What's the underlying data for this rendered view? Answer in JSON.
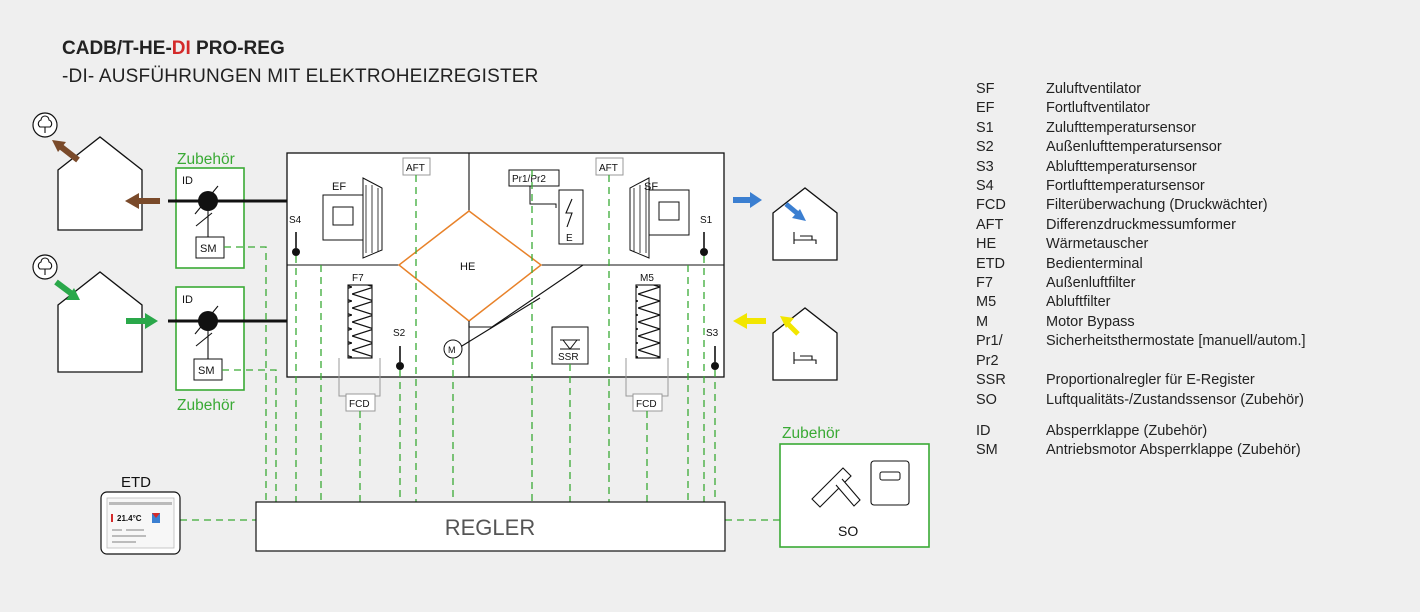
{
  "header": {
    "title_prefix": "CADB/T-HE-",
    "title_highlight": "DI",
    "title_suffix": " PRO-REG",
    "subtitle": "-DI- AUSFÜHRUNGEN MIT ELEKTROHEIZREGISTER"
  },
  "colors": {
    "background": "#efefef",
    "line": "#111111",
    "accessory_green": "#3aaa35",
    "heat_exchanger": "#e8822a",
    "arrow_exhaust": "#7a4a2a",
    "arrow_outdoor": "#2aa84a",
    "arrow_supply": "#3b7fd1",
    "arrow_extract": "#f2e600",
    "title_red": "#d42a2a"
  },
  "diagram": {
    "accessory_top": "Zubehör",
    "accessory_bottom": "Zubehör",
    "accessory_so": "Zubehör",
    "id_top": "ID",
    "id_bottom": "ID",
    "sm_top": "SM",
    "sm_bottom": "SM",
    "ef": "EF",
    "sf": "SF",
    "aft_left": "AFT",
    "aft_right": "AFT",
    "pr": "Pr1/Pr2",
    "e": "E",
    "he": "HE",
    "s4": "S4",
    "s1": "S1",
    "s2": "S2",
    "s3": "S3",
    "f7": "F7",
    "m5": "M5",
    "m": "M",
    "ssr": "SSR",
    "fcd_left": "FCD",
    "fcd_right": "FCD",
    "etd": "ETD",
    "etd_temp": "21.4°C",
    "regler": "REGLER",
    "so": "SO"
  },
  "legend": [
    {
      "code": "SF",
      "desc": "Zuluftventilator"
    },
    {
      "code": "EF",
      "desc": "Fortluftventilator"
    },
    {
      "code": "S1",
      "desc": "Zulufttemperatursensor"
    },
    {
      "code": "S2",
      "desc": "Außenlufttemperatursensor"
    },
    {
      "code": "S3",
      "desc": "Ablufttemperatursensor"
    },
    {
      "code": "S4",
      "desc": "Fortlufttemperatursensor"
    },
    {
      "code": "FCD",
      "desc": "Filterüberwachung (Druckwächter)"
    },
    {
      "code": "AFT",
      "desc": "Differenzdruckmessumformer"
    },
    {
      "code": "HE",
      "desc": "Wärmetauscher"
    },
    {
      "code": "ETD",
      "desc": "Bedienterminal"
    },
    {
      "code": "F7",
      "desc": "Außenluftfilter"
    },
    {
      "code": "M5",
      "desc": "Abluftfilter"
    },
    {
      "code": "M",
      "desc": "Motor Bypass"
    },
    {
      "code": "Pr1/",
      "desc": "Sicherheitsthermostate [manuell/autom.]"
    },
    {
      "code": "Pr2",
      "desc": ""
    },
    {
      "code": "SSR",
      "desc": "Proportionalregler für E-Register"
    },
    {
      "code": "SO",
      "desc": "Luftqualitäts-/Zustandssensor (Zubehör)"
    },
    {
      "code": "ID",
      "desc": "Absperrklappe (Zubehör)"
    },
    {
      "code": "SM",
      "desc": "Antriebsmotor Absperrklappe (Zubehör)"
    }
  ]
}
